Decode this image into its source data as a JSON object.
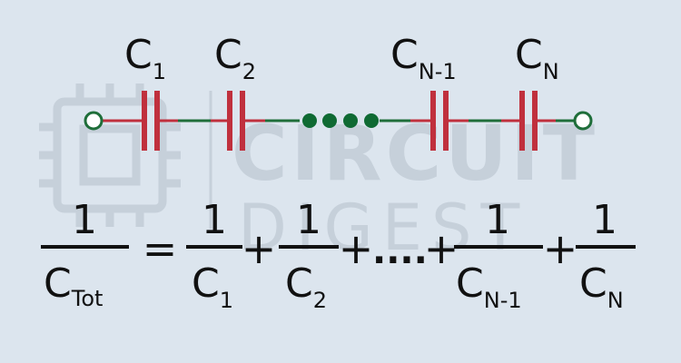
{
  "colors": {
    "background": "#dce5ee",
    "wire": "#1f6e3a",
    "wire_stub": "#c0303d",
    "capacitor_plate": "#c0303d",
    "terminal_fill": "#ffffff",
    "dots": "#0f6a33",
    "text": "#111111",
    "watermark": "#c6d0da"
  },
  "circuit": {
    "terminal_icon": "terminal-circle",
    "capacitor_icon": "capacitor-symbol",
    "ellipsis_icon": "dots-ellipsis",
    "labels": [
      {
        "base": "C",
        "sub": "1"
      },
      {
        "base": "C",
        "sub": "2"
      },
      {
        "base": "C",
        "sub": "N-1"
      },
      {
        "base": "C",
        "sub": "N"
      }
    ]
  },
  "formula": {
    "lhs": {
      "numerator": "1",
      "base": "C",
      "sub": "Tot"
    },
    "equals": "=",
    "plus": "+",
    "ellipsis": "....",
    "terms": [
      {
        "numerator": "1",
        "base": "C",
        "sub": "1"
      },
      {
        "numerator": "1",
        "base": "C",
        "sub": "2"
      },
      {
        "numerator": "1",
        "base": "C",
        "sub": "N-1"
      },
      {
        "numerator": "1",
        "base": "C",
        "sub": "N"
      }
    ]
  },
  "watermark": {
    "logo_icon": "circuit-digest-chip-icon",
    "line1": "CIRCUIT",
    "line2": "DIGEST"
  }
}
